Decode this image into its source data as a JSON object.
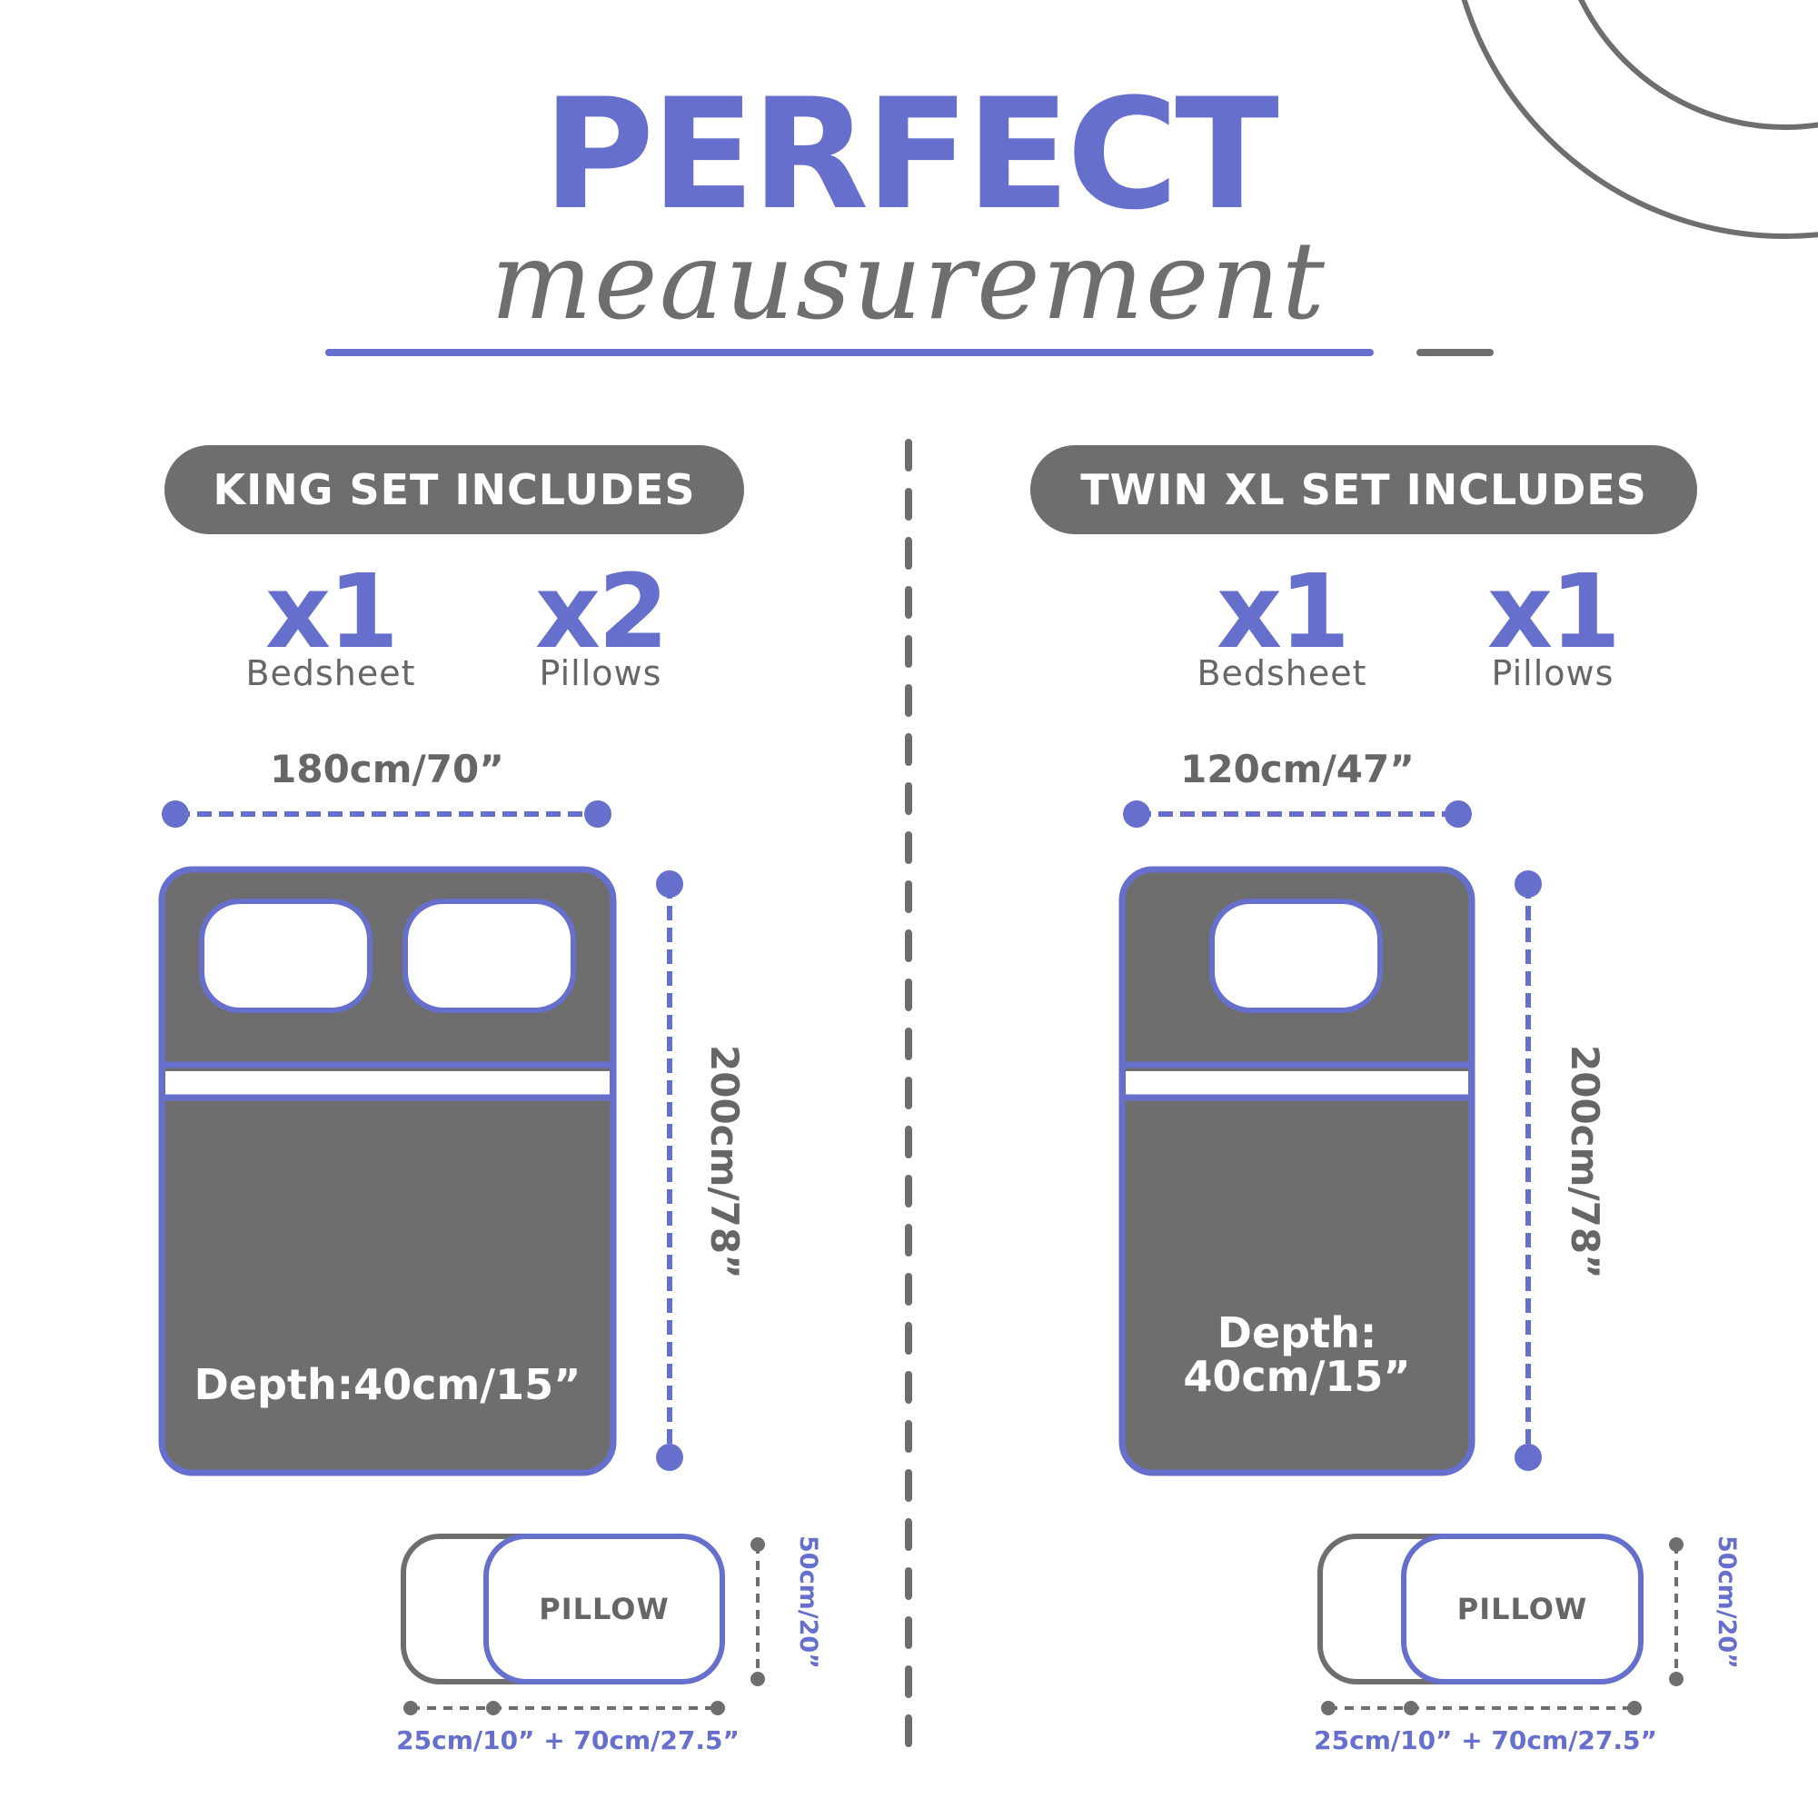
{
  "colors": {
    "accent": "#6670cc",
    "dark": "#6e6e6e",
    "text_grey": "#666666",
    "white": "#ffffff"
  },
  "title": {
    "main": "PERFECT",
    "script": "meausurement",
    "cursor": "_"
  },
  "king": {
    "header": "KING SET INCLUDES",
    "items": [
      {
        "count": "x1",
        "label": "Bedsheet"
      },
      {
        "count": "x2",
        "label": "Pillows"
      }
    ],
    "width_label": "180cm/70”",
    "length_label": "200cm/78”",
    "depth_label": "Depth:40cm/15”",
    "pillow_count": 2,
    "pillow": {
      "label": "PILLOW",
      "height_label": "50cm/20”",
      "width_label": "25cm/10” + 70cm/27.5”"
    }
  },
  "twin": {
    "header": "TWIN XL SET INCLUDES",
    "items": [
      {
        "count": "x1",
        "label": "Bedsheet"
      },
      {
        "count": "x1",
        "label": "Pillows"
      }
    ],
    "width_label": "120cm/47”",
    "length_label": "200cm/78”",
    "depth_label_line1": "Depth:",
    "depth_label_line2": "40cm/15”",
    "pillow_count": 1,
    "pillow": {
      "label": "PILLOW",
      "height_label": "50cm/20”",
      "width_label": "25cm/10” + 70cm/27.5”"
    }
  }
}
